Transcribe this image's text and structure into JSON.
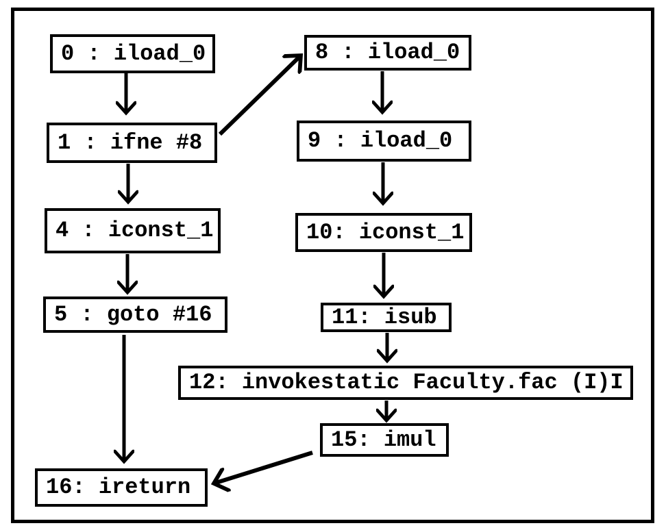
{
  "diagram": {
    "description": "control-flow graph of Java bytecode",
    "colors": {
      "foreground": "#000000",
      "background": "#ffffff"
    },
    "nodes": [
      {
        "id": "0",
        "label": "0 : iload_0"
      },
      {
        "id": "1",
        "label": "1 : ifne #8"
      },
      {
        "id": "4",
        "label": "4 : iconst_1"
      },
      {
        "id": "5",
        "label": "5 : goto #16"
      },
      {
        "id": "8",
        "label": "8 : iload_0"
      },
      {
        "id": "9",
        "label": "9 : iload_0"
      },
      {
        "id": "10",
        "label": "10: iconst_1"
      },
      {
        "id": "11",
        "label": "11: isub"
      },
      {
        "id": "12",
        "label": "12: invokestatic Faculty.fac (I)I"
      },
      {
        "id": "15",
        "label": "15: imul"
      },
      {
        "id": "16",
        "label": "16: ireturn"
      }
    ],
    "edges": [
      {
        "from": "0",
        "to": "1"
      },
      {
        "from": "1",
        "to": "4"
      },
      {
        "from": "1",
        "to": "8"
      },
      {
        "from": "4",
        "to": "5"
      },
      {
        "from": "5",
        "to": "16"
      },
      {
        "from": "8",
        "to": "9"
      },
      {
        "from": "9",
        "to": "10"
      },
      {
        "from": "10",
        "to": "11"
      },
      {
        "from": "11",
        "to": "12"
      },
      {
        "from": "12",
        "to": "15"
      },
      {
        "from": "15",
        "to": "16"
      }
    ]
  }
}
